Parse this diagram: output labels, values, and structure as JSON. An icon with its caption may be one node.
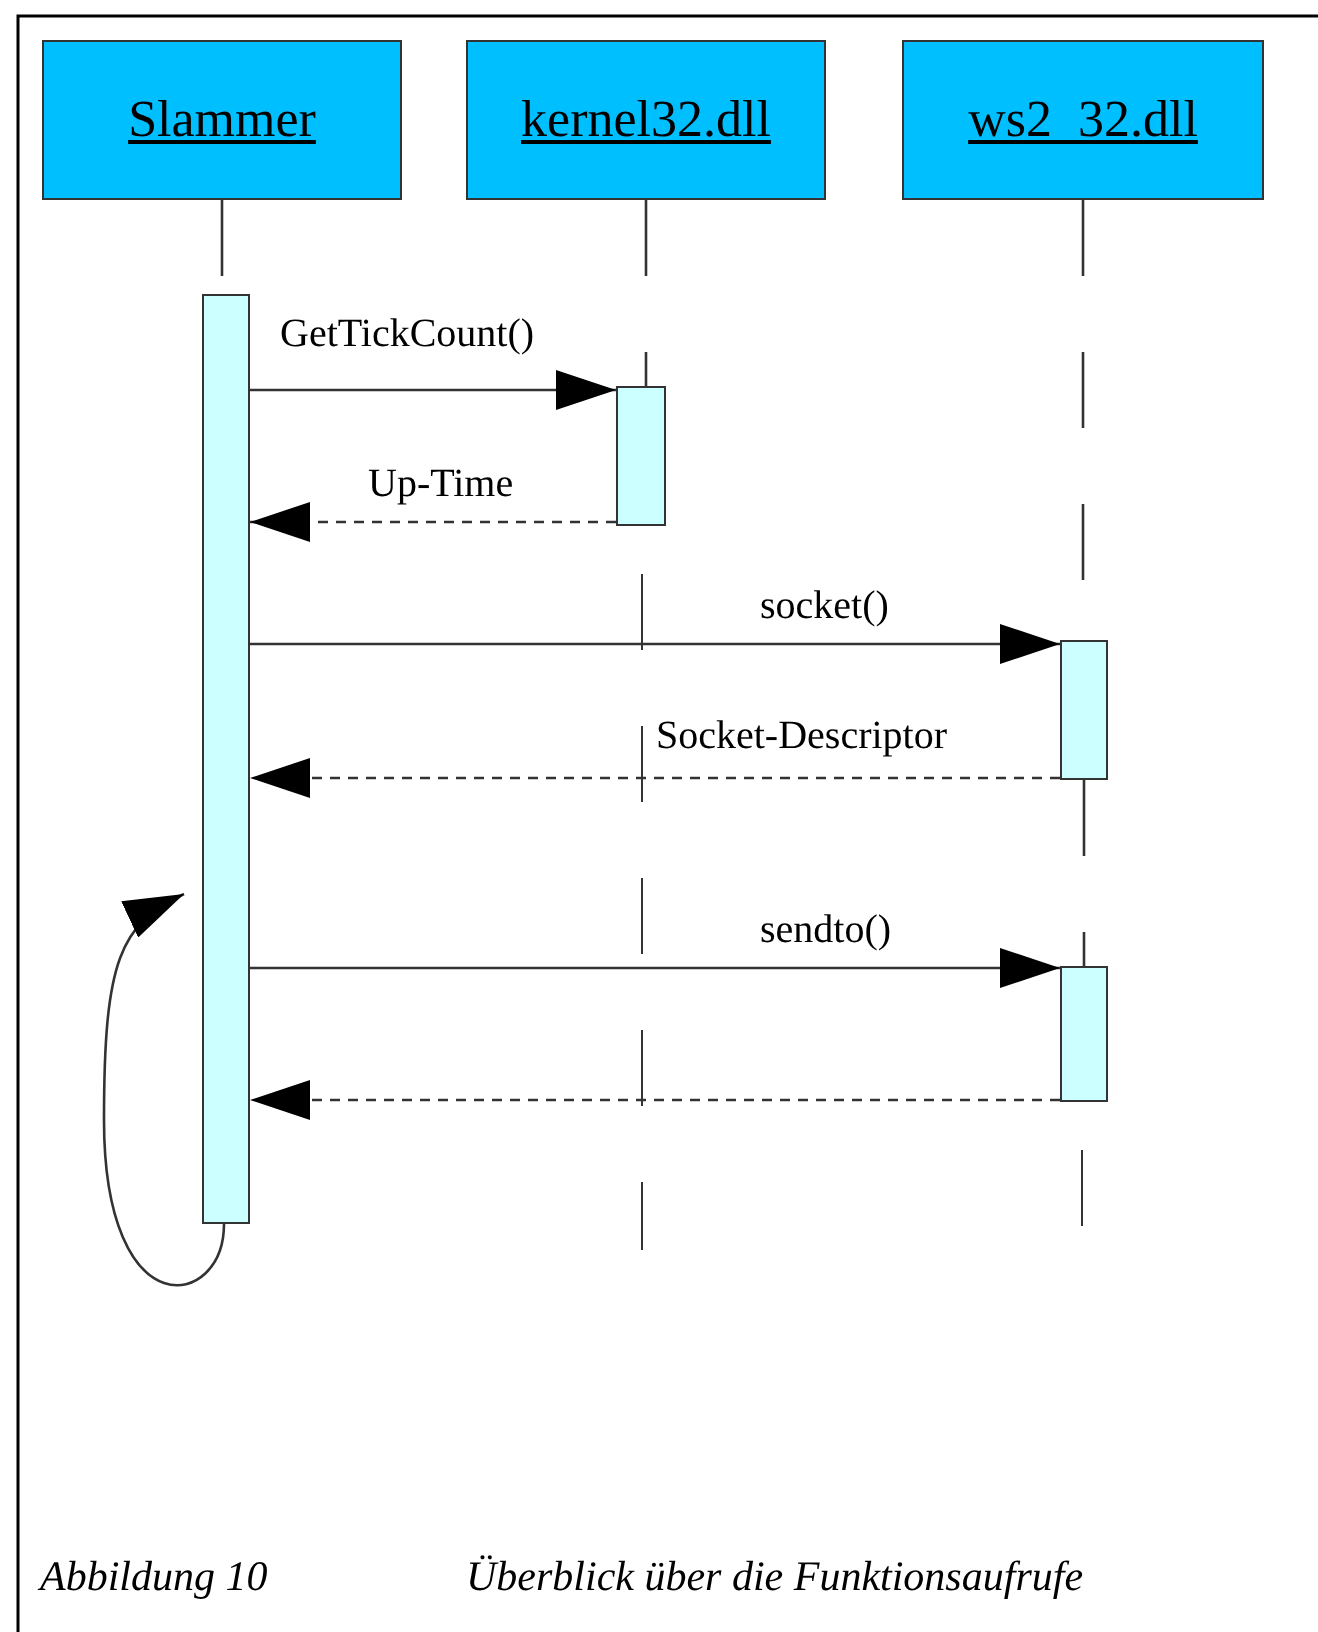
{
  "diagram": {
    "caption": "Abbildung 10",
    "nodes": [
      {
        "text": [
          "Slammer"
        ]
      },
      {
        "text": [
          "kernel32.dll"
        ]
      },
      {
        "text": [
          "ws2_32.dll"
        ]
      },
      {
        "text": [],
        "shape": "bar"
      },
      {
        "text": [],
        "shape": "bar"
      },
      {
        "text": [],
        "shape": "bar"
      },
      {
        "text": [],
        "shape": "bar"
      }
    ],
    "edges": [
      {
        "from": 3,
        "to": 4,
        "arrow": "to",
        "label": "GetTickCount()"
      },
      {
        "from": 4,
        "to": 3,
        "arrow": "to",
        "label": "Up-Time",
        "style": "dashed"
      },
      {
        "from": 3,
        "to": 5,
        "arrow": "to",
        "label": "socket()"
      },
      {
        "from": 5,
        "to": 3,
        "arrow": "to",
        "label": "Socket-Descriptor",
        "style": "dashed"
      },
      {
        "from": 3,
        "to": 6,
        "arrow": "to",
        "label": "sendto()"
      },
      {
        "from": 6,
        "to": 3,
        "arrow": "to",
        "style": "dashed"
      },
      {
        "from": 3,
        "to": 3,
        "arrow": "to"
      },
      {
        "from": 0,
        "to": 3,
        "arrow": "none",
        "style": "dashed"
      },
      {
        "from": 1,
        "to": 4,
        "arrow": "none",
        "style": "dashed"
      },
      {
        "from": 2,
        "to": 5,
        "arrow": "none",
        "style": "dashed"
      },
      {
        "from": 5,
        "to": 6,
        "arrow": "none",
        "style": "dashed"
      }
    ],
    "labels": [
      "Überblick über die Funktionsaufrufe"
    ]
  }
}
